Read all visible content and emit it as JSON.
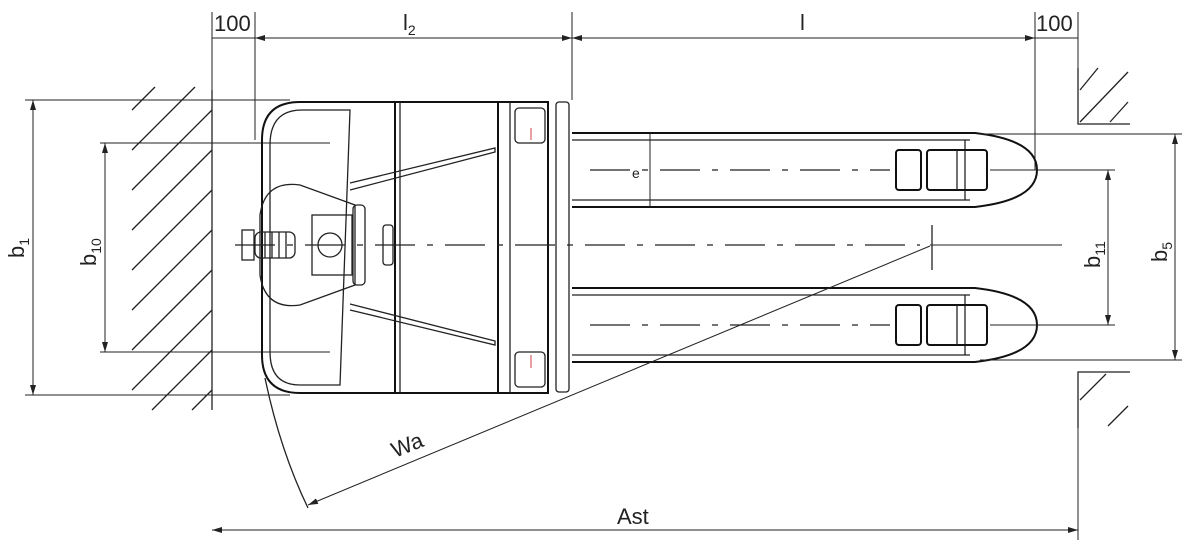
{
  "title": "Pallet truck top view dimension drawing",
  "dimensions": {
    "rear_clearance": "100",
    "l2": {
      "base": "l",
      "sub": "2"
    },
    "l": "l",
    "front_clearance": "100",
    "b1": {
      "base": "b",
      "sub": "1"
    },
    "b10": {
      "base": "b",
      "sub": "10"
    },
    "b11": {
      "base": "b",
      "sub": "11"
    },
    "b5": {
      "base": "b",
      "sub": "5"
    },
    "e": "e",
    "wa": "Wa",
    "ast": "Ast"
  },
  "colors": {
    "line": "#222222",
    "accent": "#d04040"
  }
}
